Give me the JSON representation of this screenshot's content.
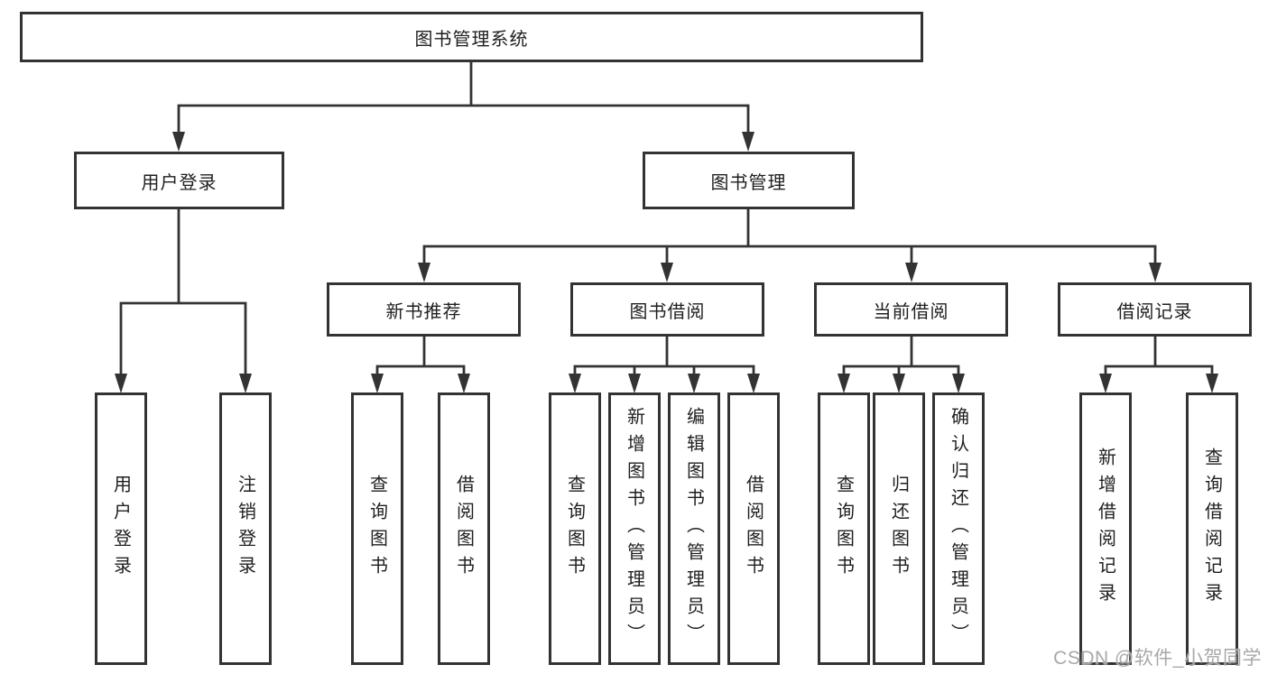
{
  "diagram": {
    "root": {
      "label": "图书管理系统"
    },
    "level2": [
      {
        "label": "用户登录",
        "children": [
          {
            "label": "用户登录"
          },
          {
            "label": "注销登录"
          }
        ]
      },
      {
        "label": "图书管理",
        "children": [
          {
            "label": "新书推荐",
            "children": [
              {
                "label": "查询图书"
              },
              {
                "label": "借阅图书"
              }
            ]
          },
          {
            "label": "图书借阅",
            "children": [
              {
                "label": "查询图书"
              },
              {
                "label": "新增图书（管理员）"
              },
              {
                "label": "编辑图书（管理员）"
              },
              {
                "label": "借阅图书"
              }
            ]
          },
          {
            "label": "当前借阅",
            "children": [
              {
                "label": "查询图书"
              },
              {
                "label": "归还图书"
              },
              {
                "label": "确认归还（管理员）"
              }
            ]
          },
          {
            "label": "借阅记录",
            "children": [
              {
                "label": "新增借阅记录"
              },
              {
                "label": "查询借阅记录"
              }
            ]
          }
        ]
      }
    ]
  },
  "watermark": {
    "text": "CSDN @软件_小贺同学"
  },
  "colors": {
    "line": "#333333",
    "box_background": "#ffffff",
    "text": "#1f1f1f",
    "watermark": "#a8a8a8"
  }
}
